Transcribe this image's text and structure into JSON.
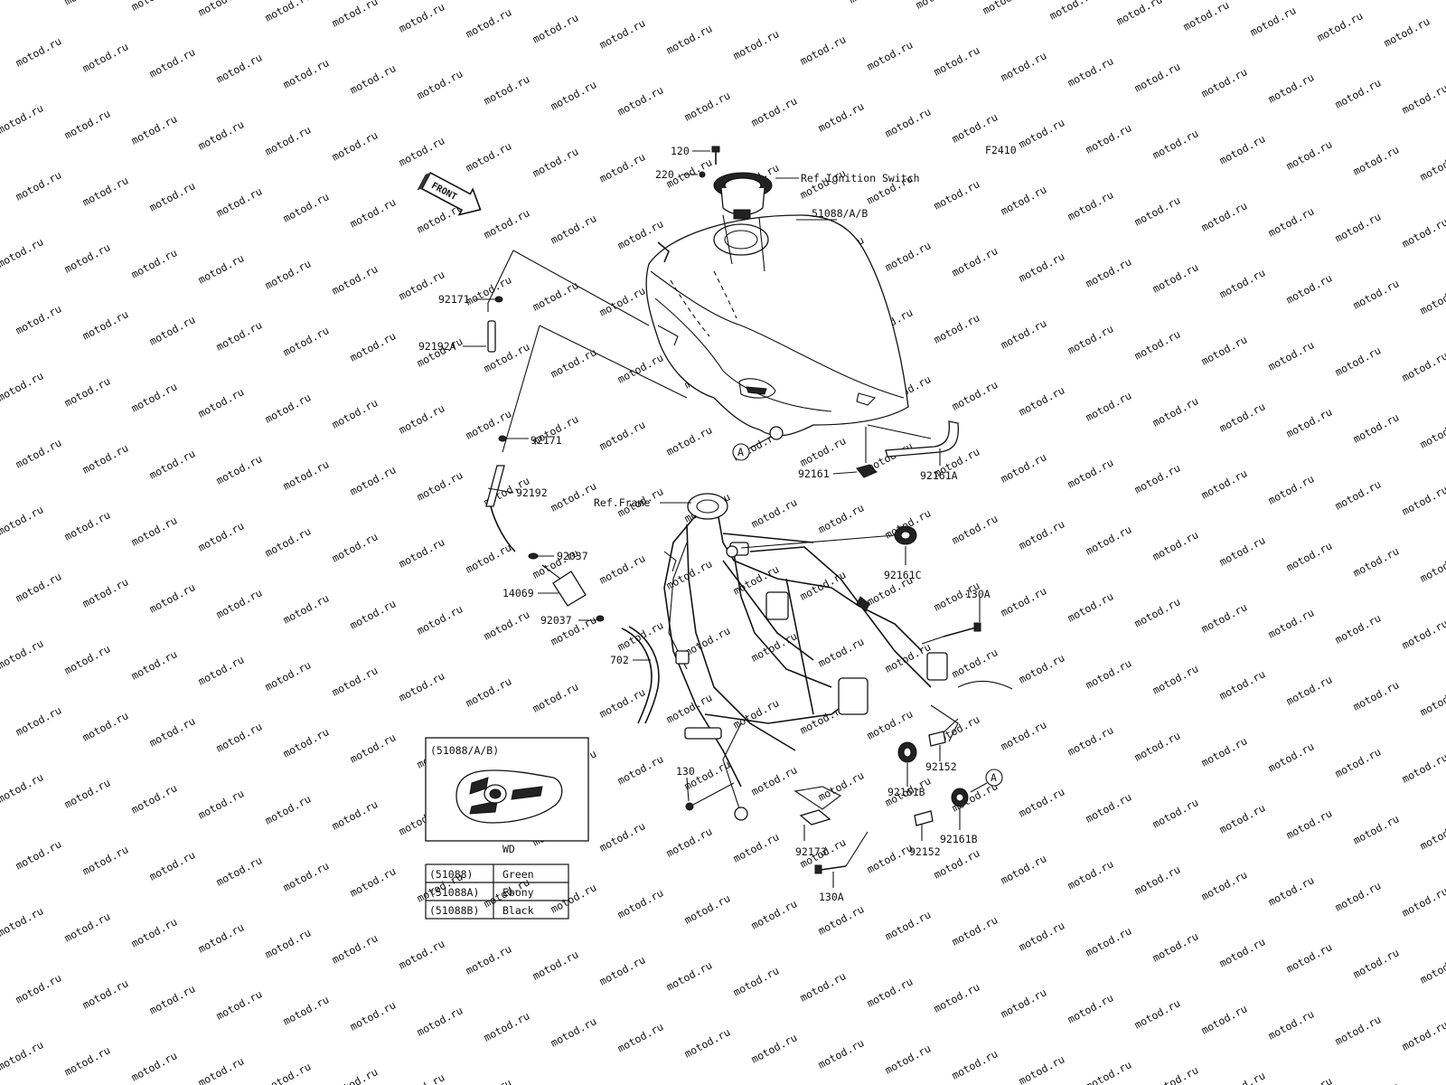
{
  "watermark": "motod.ru",
  "figure_code": "F2410",
  "front_label": "FRONT",
  "labels": {
    "p120": "120",
    "p220": "220",
    "ref_ignition": "Ref.Ignition Switch",
    "p51088": "51088/A/B",
    "p92171_top": "92171",
    "p92192A": "92192A",
    "p92171_mid": "92171",
    "p92192": "92192",
    "ref_frame": "Ref.Frame",
    "p92037_top": "92037",
    "p14069": "14069",
    "p92037_bot": "92037",
    "p702": "702",
    "p92161": "92161",
    "p92161A": "92161A",
    "p92161C": "92161C",
    "p130A_top": "130A",
    "p92152_top": "92152",
    "p92161B_left": "92161B",
    "p92152_bot": "92152",
    "p92161B_right": "92161B",
    "p130": "130",
    "p92173": "92173",
    "p130A_bot": "130A",
    "marker_A1": "A",
    "marker_A2": "A"
  },
  "inset": {
    "title": "(51088/A/B)",
    "caption": "WD"
  },
  "color_table": [
    {
      "code": "(51088)",
      "color": "Green"
    },
    {
      "code": "(51088A)",
      "color": "Ebony"
    },
    {
      "code": "(51088B)",
      "color": "Black"
    }
  ]
}
